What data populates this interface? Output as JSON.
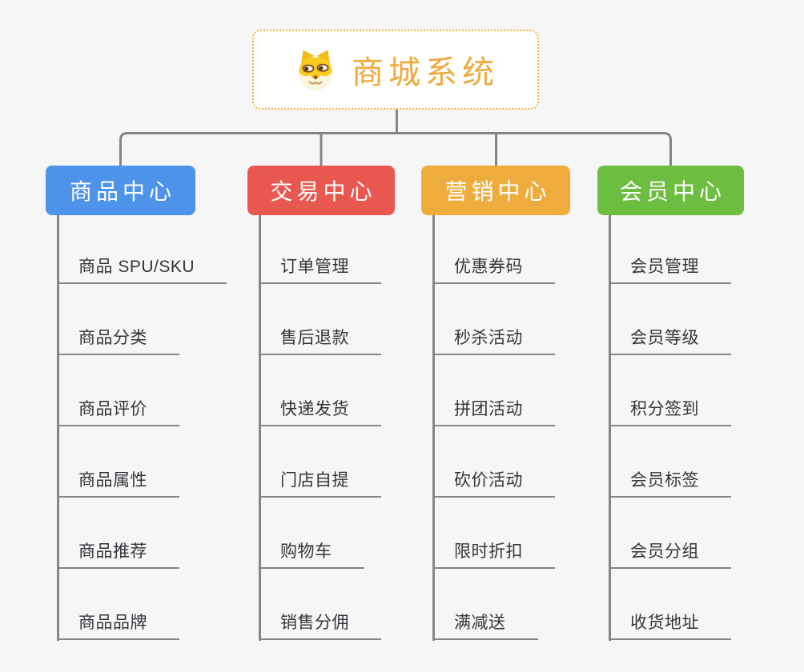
{
  "root": {
    "title": "商城系统",
    "icon": "dog-face-icon"
  },
  "branches": [
    {
      "label": "商品中心",
      "color": "#4c93e9",
      "children": [
        "商品 SPU/SKU",
        "商品分类",
        "商品评价",
        "商品属性",
        "商品推荐",
        "商品品牌"
      ]
    },
    {
      "label": "交易中心",
      "color": "#e85850",
      "children": [
        "订单管理",
        "售后退款",
        "快递发货",
        "门店自提",
        "购物车",
        "销售分佣"
      ]
    },
    {
      "label": "营销中心",
      "color": "#eeac3d",
      "children": [
        "优惠券码",
        "秒杀活动",
        "拼团活动",
        "砍价活动",
        "限时折扣",
        "满减送"
      ]
    },
    {
      "label": "会员中心",
      "color": "#6dbe40",
      "children": [
        "会员管理",
        "会员等级",
        "积分签到",
        "会员标签",
        "会员分组",
        "收货地址"
      ]
    }
  ],
  "colors": {
    "background": "#f5f6f5",
    "connector_line": "#858585",
    "child_underline": "#84868b",
    "child_text": "#34343b",
    "root_border": "#f5b03e",
    "root_text": "#f0a93c"
  }
}
